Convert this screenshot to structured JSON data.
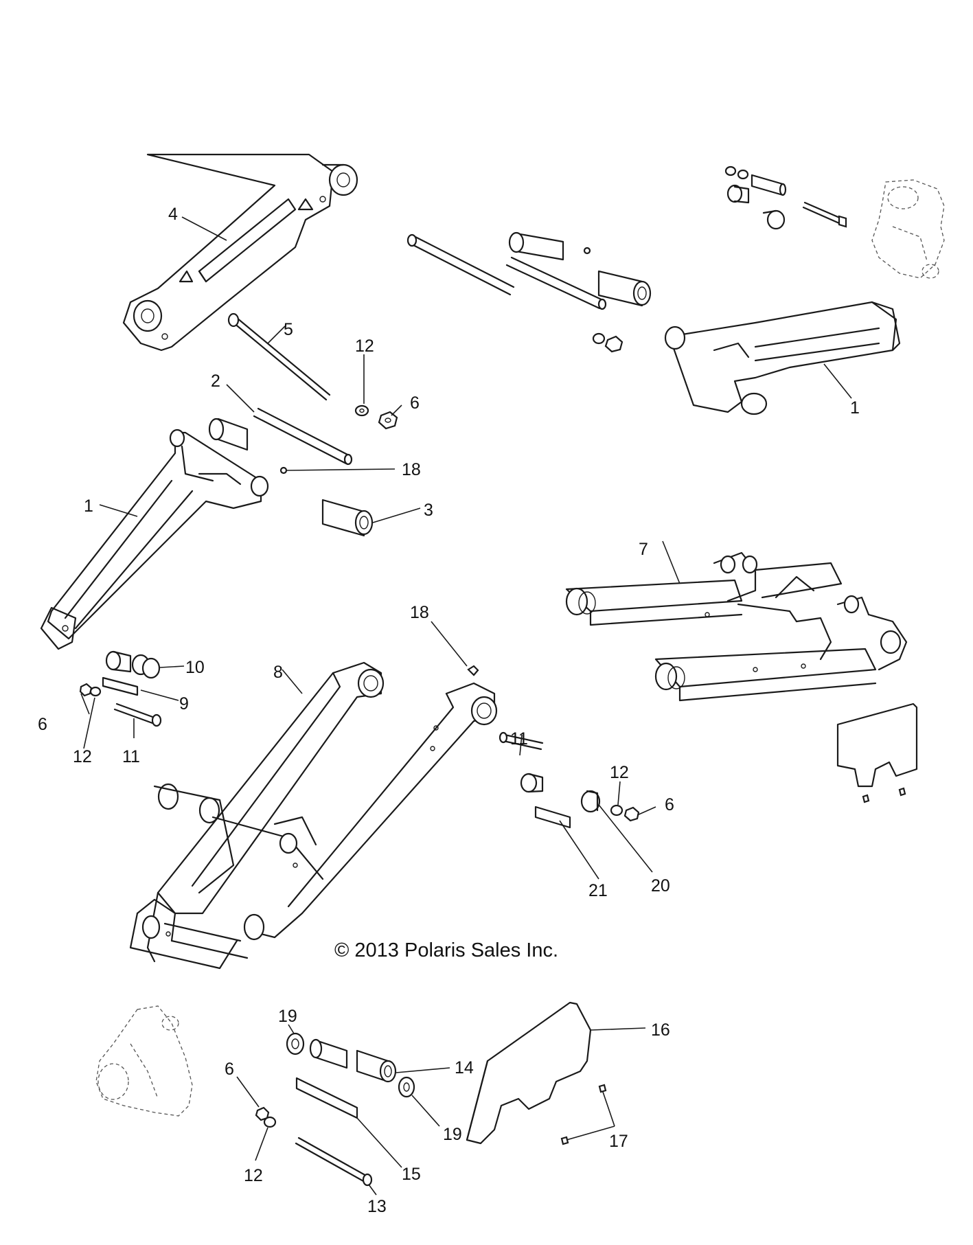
{
  "copyright": "© 2013 Polaris Sales Inc.",
  "callouts": [
    {
      "id": "c-4",
      "text": "4"
    },
    {
      "id": "c-5",
      "text": "5"
    },
    {
      "id": "c-12a",
      "text": "12"
    },
    {
      "id": "c-6a",
      "text": "6"
    },
    {
      "id": "c-2",
      "text": "2"
    },
    {
      "id": "c-18a",
      "text": "18"
    },
    {
      "id": "c-3",
      "text": "3"
    },
    {
      "id": "c-1a",
      "text": "1"
    },
    {
      "id": "c-1b",
      "text": "1"
    },
    {
      "id": "c-7",
      "text": "7"
    },
    {
      "id": "c-8",
      "text": "8"
    },
    {
      "id": "c-18b",
      "text": "18"
    },
    {
      "id": "c-10",
      "text": "10"
    },
    {
      "id": "c-9",
      "text": "9"
    },
    {
      "id": "c-6b",
      "text": "6"
    },
    {
      "id": "c-12b",
      "text": "12"
    },
    {
      "id": "c-11a",
      "text": "11"
    },
    {
      "id": "c-11b",
      "text": "11"
    },
    {
      "id": "c-12c",
      "text": "12"
    },
    {
      "id": "c-6c",
      "text": "6"
    },
    {
      "id": "c-20",
      "text": "20"
    },
    {
      "id": "c-21",
      "text": "21"
    },
    {
      "id": "c-19a",
      "text": "19"
    },
    {
      "id": "c-14",
      "text": "14"
    },
    {
      "id": "c-19b",
      "text": "19"
    },
    {
      "id": "c-16",
      "text": "16"
    },
    {
      "id": "c-6d",
      "text": "6"
    },
    {
      "id": "c-12d",
      "text": "12"
    },
    {
      "id": "c-15",
      "text": "15"
    },
    {
      "id": "c-17",
      "text": "17"
    },
    {
      "id": "c-13",
      "text": "13"
    }
  ]
}
